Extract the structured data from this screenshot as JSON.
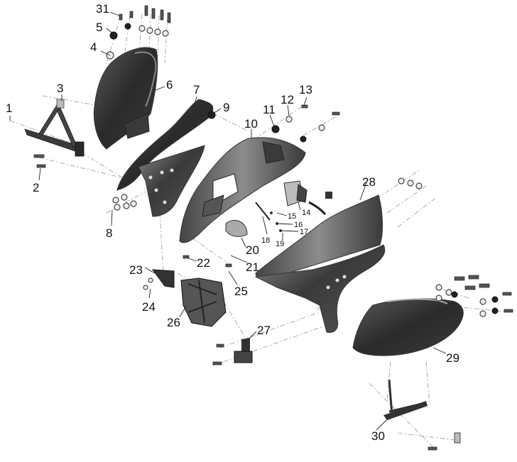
{
  "part_labels": [
    "1",
    "2",
    "3",
    "4",
    "5",
    "6",
    "7",
    "8",
    "9",
    "10",
    "11",
    "12",
    "13",
    "14",
    "15",
    "16",
    "17",
    "18",
    "19",
    "20",
    "21",
    "22",
    "23",
    "24",
    "25",
    "26",
    "27",
    "28",
    "29",
    "30",
    "31"
  ],
  "colors": {
    "panel_dark": "#2a2a2a",
    "panel_mid": "#4a4a4a",
    "panel_light": "#7a7a7a",
    "line": "#222222",
    "assembly_line": "#999999",
    "background": "#ffffff"
  }
}
